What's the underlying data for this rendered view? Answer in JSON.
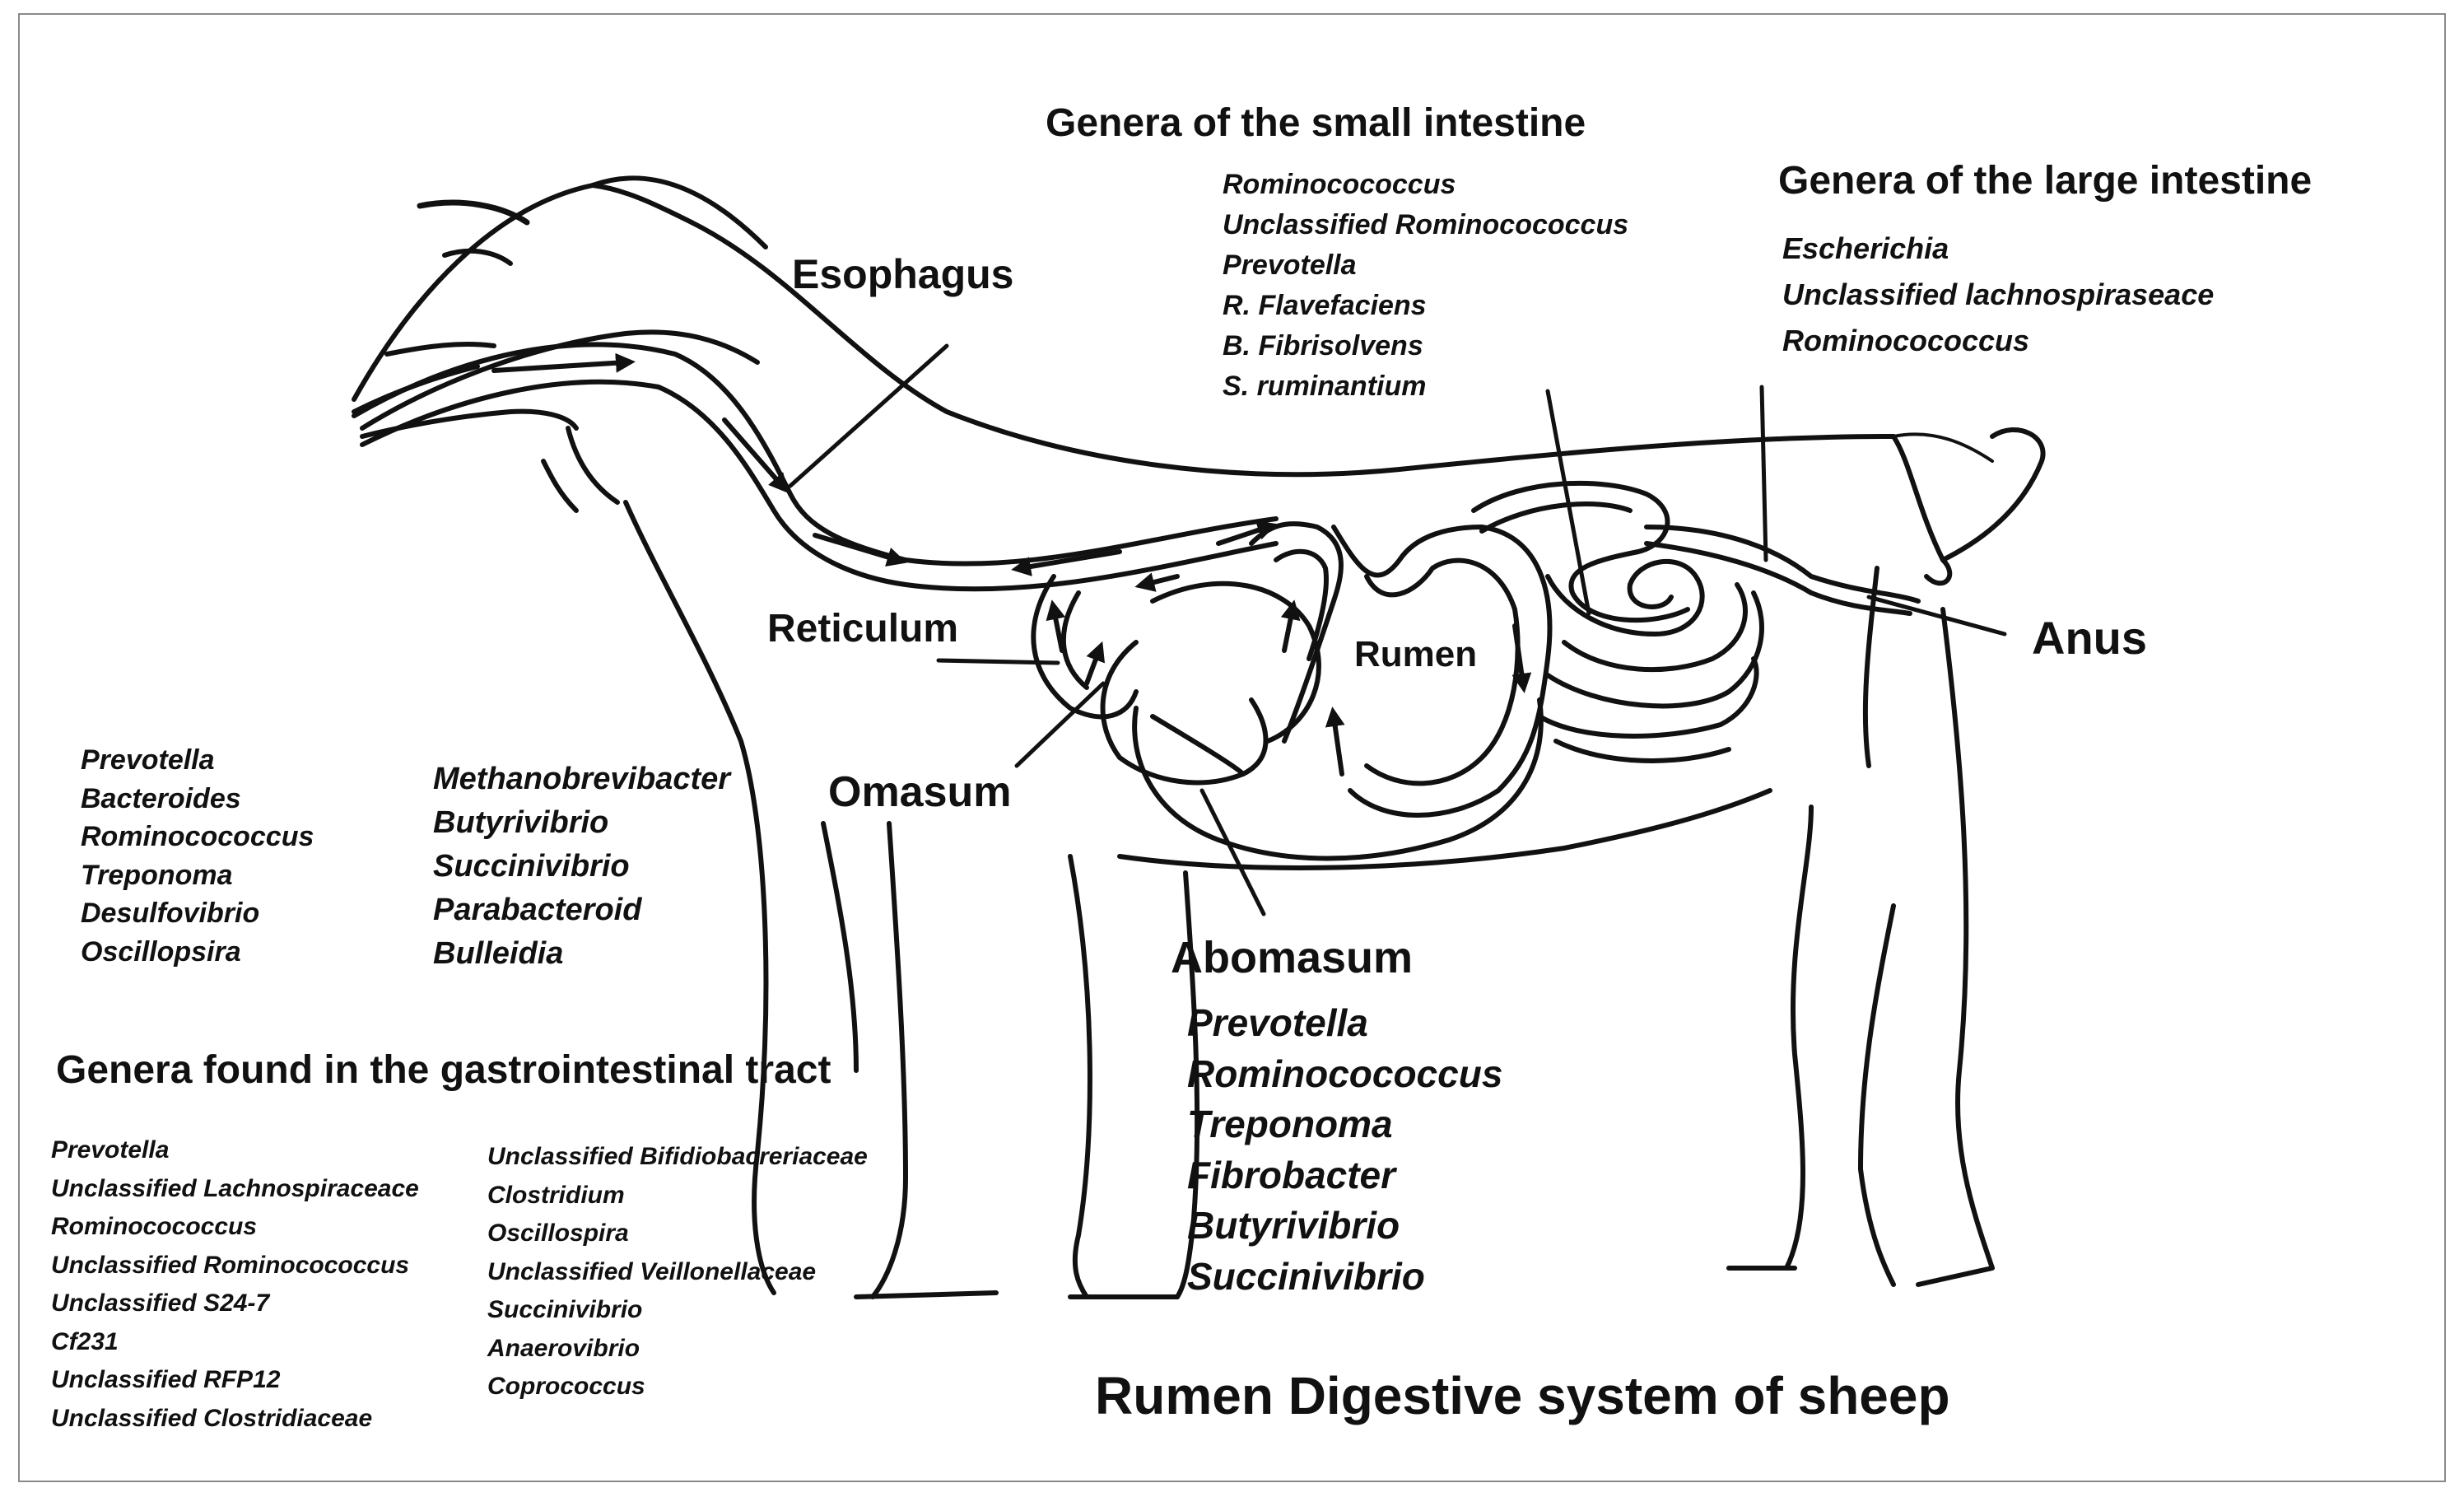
{
  "labels": {
    "esophagus": "Esophagus",
    "reticulum": "Reticulum",
    "omasum": "Omasum",
    "rumen": "Rumen",
    "abomasum": "Abomasum",
    "anus": "Anus"
  },
  "small_intestine": {
    "title": "Genera of the small intestine",
    "genera": [
      "Rominocococcus",
      "Unclassified Rominocococcus",
      "Prevotella",
      "R. Flavefaciens",
      "B. Fibrisolvens",
      "S. ruminantium"
    ]
  },
  "large_intestine": {
    "title": "Genera of the  large intestine",
    "genera": [
      "Escherichia",
      "Unclassified lachnospiraseace",
      "Rominocococcus"
    ]
  },
  "reticulum_genera": [
    "Prevotella",
    "Bacteroides",
    "Rominocococcus",
    "Treponoma",
    "Desulfovibrio",
    "Oscillopsira"
  ],
  "omasum_genera": [
    "Methanobrevibacter",
    "Butyrivibrio",
    "Succinivibrio",
    "Parabacteroid",
    "Bulleidia"
  ],
  "abomasum_genera": [
    "Prevotella",
    "Rominocococcus",
    "Treponoma",
    "Fibrobacter",
    "Butyrivibrio",
    "Succinivibrio"
  ],
  "gi_tract": {
    "title": "Genera found in the gastrointestinal tract",
    "col1": [
      "Prevotella",
      "Unclassified Lachnospiraceace",
      "Rominocococcus",
      "Unclassified Rominocococcus",
      "Unclassified S24-7",
      "Cf231",
      "Unclassified RFP12",
      "Unclassified Clostridiaceae"
    ],
    "col2": [
      "Unclassified Bifidiobacreriaceae",
      "Clostridium",
      "Oscillospira",
      "Unclassified Veillonellaceae",
      "Succinivibrio",
      "Anaerovibrio",
      "Coprococcus"
    ]
  },
  "caption": "Rumen Digestive system of sheep"
}
